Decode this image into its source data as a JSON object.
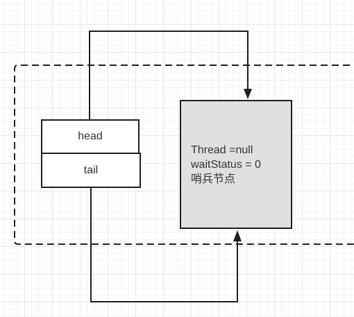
{
  "diagram": {
    "head_label": "head",
    "tail_label": "tail",
    "sentinel_lines": [
      "Thread =null",
      "waitStatus = 0",
      "哨兵节点"
    ]
  },
  "colors": {
    "line": "#1f1f1f",
    "sentinel_fill": "#e0e0e0",
    "grid_major": "#e8e8e8",
    "grid_minor": "#f4f4f4"
  }
}
